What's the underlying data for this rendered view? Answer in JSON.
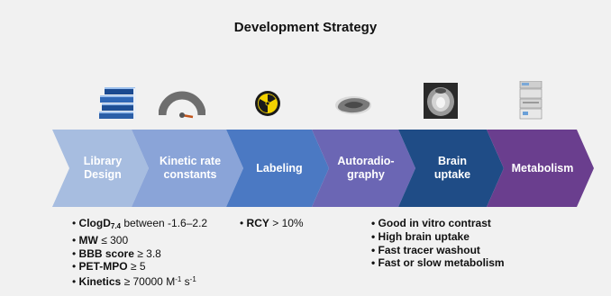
{
  "title": "Development Strategy",
  "stages": [
    {
      "label": "Library\nDesign",
      "color": "#a7bde0",
      "icon": "books-icon"
    },
    {
      "label": "Kinetic rate\nconstants",
      "color": "#8aa4d8",
      "icon": "gauge-icon"
    },
    {
      "label": "Labeling",
      "color": "#4b79c3",
      "icon": "radiation-icon"
    },
    {
      "label": "Autoradio-\ngraphy",
      "color": "#6b66b4",
      "icon": "autoradiography-icon"
    },
    {
      "label": "Brain\nuptake",
      "color": "#1f4c86",
      "icon": "brain-scan-icon"
    },
    {
      "label": "Metabolism",
      "color": "#6a3e8e",
      "icon": "hplc-instrument-icon"
    }
  ],
  "criteria_left": {
    "clogd_label": "ClogD",
    "clogd_sub": "7.4",
    "clogd_value": " between -1.6–2.2",
    "mw_label": "MW",
    "mw_value": " ≤ 300",
    "bbb_label": "BBB score",
    "bbb_value": " ≥ 3.8",
    "petmpo_label": "PET-MPO",
    "petmpo_value": " ≥ 5",
    "kinetics_label": "Kinetics",
    "kinetics_value": " ≥ 70000 M",
    "kinetics_exp1": "-1",
    "kinetics_unit": " s",
    "kinetics_exp2": "-1"
  },
  "criteria_mid": {
    "rcy_label": "RCY",
    "rcy_value": " > 10%"
  },
  "criteria_right": [
    "Good in vitro contrast",
    "High brain uptake",
    "Fast tracer washout",
    "Fast or slow metabolism"
  ]
}
